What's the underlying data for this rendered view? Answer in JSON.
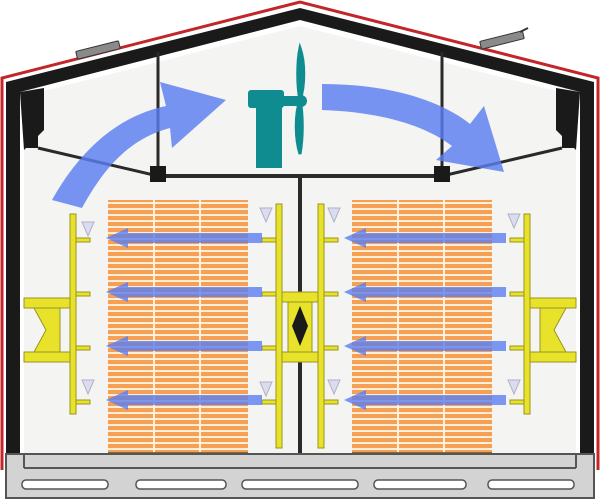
{
  "diagram": {
    "subject": "kiln-drying-chamber-cross-section",
    "colors": {
      "roof_cladding": "#c2262a",
      "frame": "#1a1a1a",
      "interior": "#f4f4f2",
      "floor_base": "#d3d3d3",
      "floor_border": "#555555",
      "fan_motor": "#0e8c8f",
      "airflow": "#5b7ef0",
      "lumber": "#f5a055",
      "lumber_gap": "#fff1dc",
      "pallet": "#8c6a2f",
      "heater_rails": "#e8e32a",
      "roof_vent": "#8a8a8a"
    },
    "components": [
      "roof-vent-icon",
      "fan-motor-icon",
      "fan-blade-icon",
      "airflow-arrow-icon",
      "lumber-stack-icon",
      "pallet-icon",
      "heater-rail-icon",
      "humidifier-nozzle-icon",
      "ceiling-beam",
      "center-post",
      "floor-base"
    ]
  }
}
